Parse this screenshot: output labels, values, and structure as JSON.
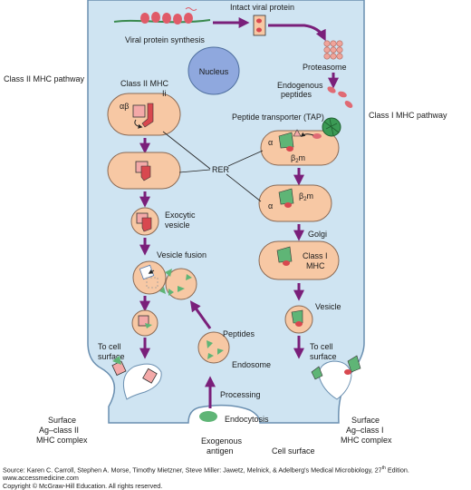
{
  "labels": {
    "viral_protein_synthesis": "Viral protein synthesis",
    "intact_viral_protein": "Intact viral protein",
    "proteasome": "Proteasome",
    "nucleus": "Nucleus",
    "endogenous_peptides_1": "Endogenous",
    "endogenous_peptides_2": "peptides",
    "peptide_transporter": "Peptide transporter (TAP)",
    "class_ii_pathway": "Class II MHC pathway",
    "class_i_pathway": "Class I MHC pathway",
    "class_ii_mhc": "Class II MHC",
    "ab": "αβ",
    "ii": "Ii",
    "alpha_1": "α",
    "alpha_2": "α",
    "b2m_1": "β",
    "b2m_2": "β",
    "b2m_sub": "2",
    "m": "m",
    "rer": "RER",
    "exocytic_1": "Exocytic",
    "exocytic_2": "vesicle",
    "golgi": "Golgi",
    "class_i_mhc_1": "Class I",
    "class_i_mhc_2": "MHC",
    "vesicle_fusion": "Vesicle fusion",
    "vesicle": "Vesicle",
    "peptides": "Peptides",
    "endosome": "Endosome",
    "to_cell_surface_l1": "To cell",
    "to_cell_surface_l2": "surface",
    "to_cell_surface_r1": "To cell",
    "to_cell_surface_r2": "surface",
    "processing": "Processing",
    "endocytosis": "Endocytosis",
    "surface_ii_1": "Surface",
    "surface_ii_2": "Ag–class II",
    "surface_ii_3": "MHC complex",
    "surface_i_1": "Surface",
    "surface_i_2": "Ag–class I",
    "surface_i_3": "MHC complex",
    "exogenous_1": "Exogenous",
    "exogenous_2": "antigen",
    "cell_surface": "Cell surface"
  },
  "footer": {
    "source_main": "Source: Karen C. Carroll, Stephen A. Morse, Timothy Mietzner, Steve Miller: Jawetz, Melnick, & Adelberg's Medical Microbiology, 27",
    "source_sup": "th",
    "source_end": " Edition.",
    "url": "www.accessmedicine.com",
    "copyright": "Copyright © McGraw-Hill Education.  All rights reserved."
  },
  "colors": {
    "cell_fill": "#cfe4f2",
    "cell_stroke": "#6a8fb0",
    "nucleus_fill": "#8fa8de",
    "organelle_fill": "#f7c8a4",
    "organelle_stroke": "#8a6a55",
    "pink": "#f4a9a8",
    "red": "#d8484f",
    "green": "#5fb576",
    "purple_arrow": "#7a1f7a",
    "proteasome": "#f0a49a"
  }
}
